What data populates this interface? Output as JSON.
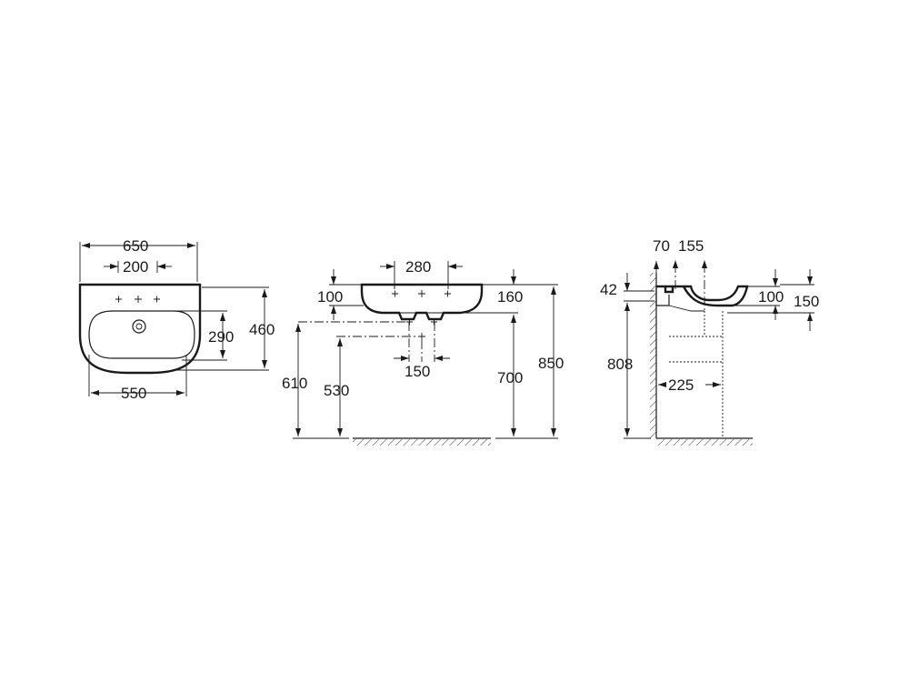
{
  "colors": {
    "line": "#1a1a1a",
    "background": "#ffffff"
  },
  "top_view": {
    "overall_width": "650",
    "tap_hole_spacing": "200",
    "depth": "460",
    "bowl_depth": "290",
    "bottom_width": "550"
  },
  "front_view": {
    "tap_spacing": "280",
    "rim_height": "100",
    "bowl_depth": "160",
    "waste_spacing": "150",
    "waste_height_left": "610",
    "waste_height_inner": "530",
    "underside_height": "700",
    "rim_top_height": "850"
  },
  "side_view": {
    "wall_to_tap": "70",
    "tap_to_outlet": "155",
    "rim_band": "42",
    "bowl_height": "100",
    "overall_height_right": "150",
    "bracket_height": "808",
    "projection_lower": "225"
  }
}
